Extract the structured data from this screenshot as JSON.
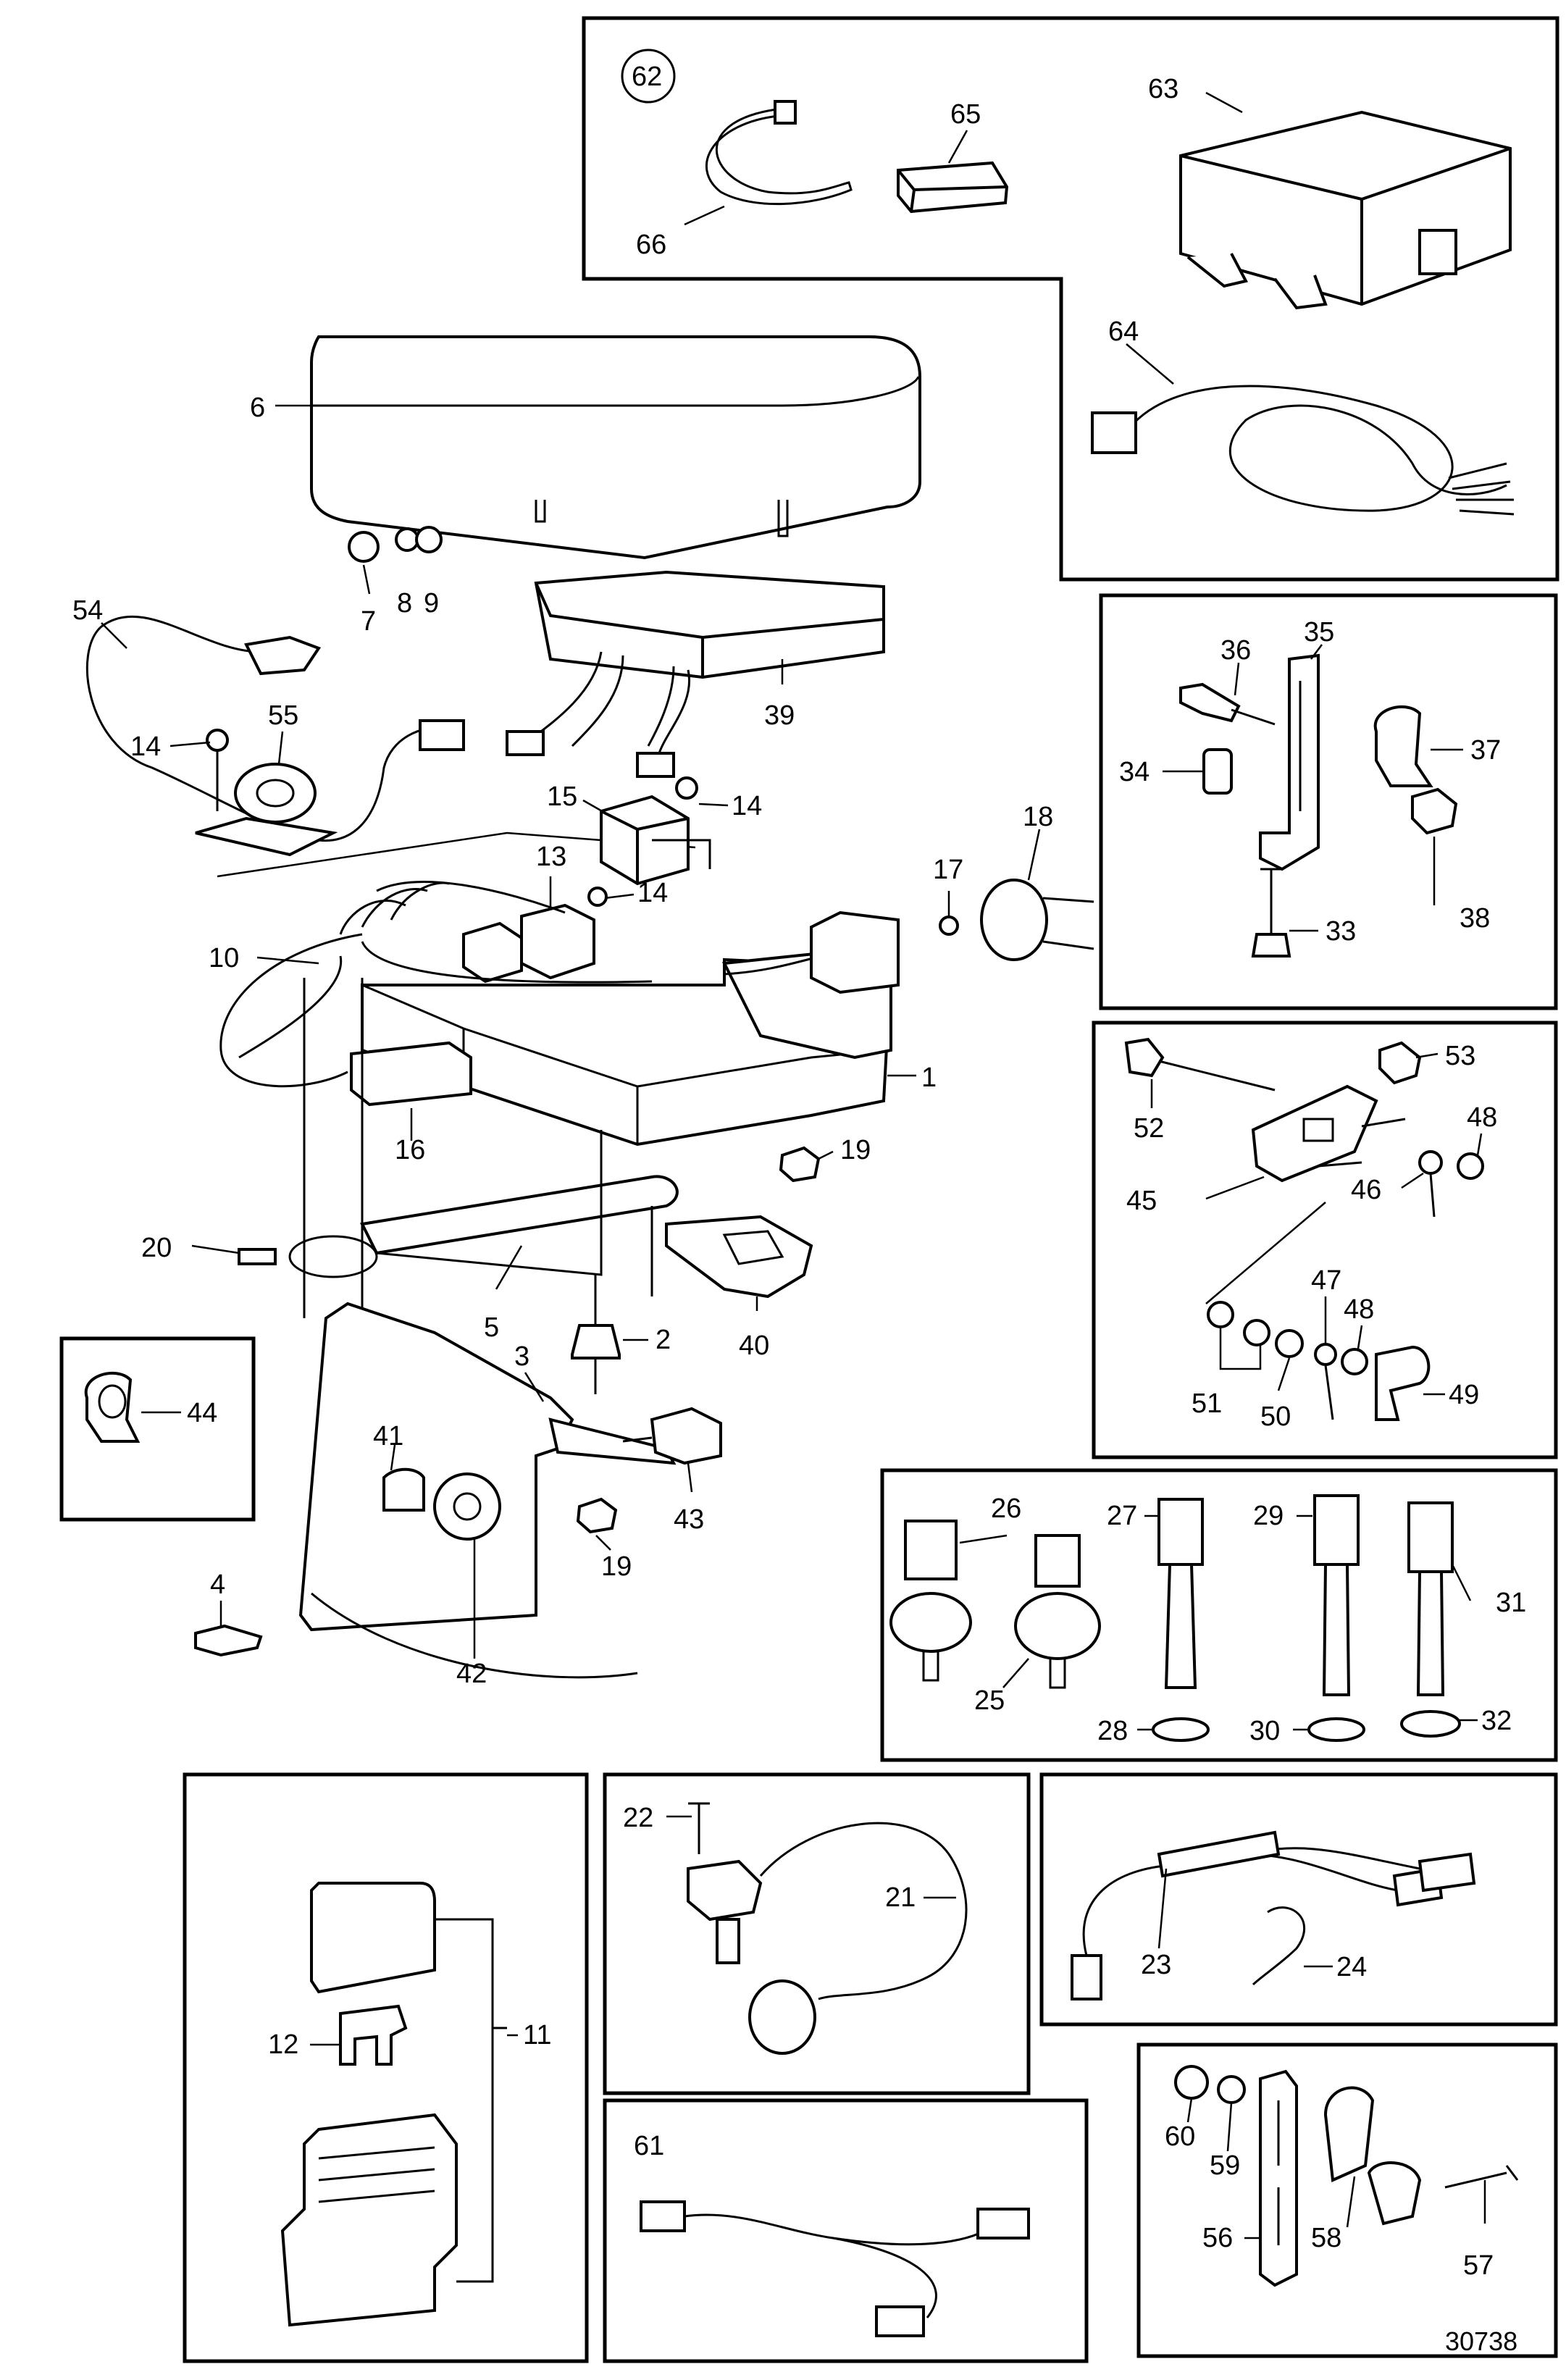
{
  "diagram": {
    "drawing_number": "30738",
    "callouts": [
      "1",
      "2",
      "3",
      "4",
      "5",
      "6",
      "7",
      "8",
      "9",
      "10",
      "11",
      "12",
      "13",
      "14",
      "15",
      "16",
      "17",
      "18",
      "19",
      "20",
      "21",
      "22",
      "23",
      "24",
      "25",
      "26",
      "27",
      "28",
      "29",
      "30",
      "31",
      "32",
      "33",
      "34",
      "35",
      "36",
      "37",
      "38",
      "39",
      "40",
      "41",
      "42",
      "43",
      "44",
      "45",
      "46",
      "47",
      "48",
      "49",
      "50",
      "51",
      "52",
      "53",
      "54",
      "55",
      "56",
      "57",
      "58",
      "59",
      "60",
      "61",
      "62",
      "63",
      "64",
      "65",
      "66"
    ],
    "kit_marker": "62"
  }
}
